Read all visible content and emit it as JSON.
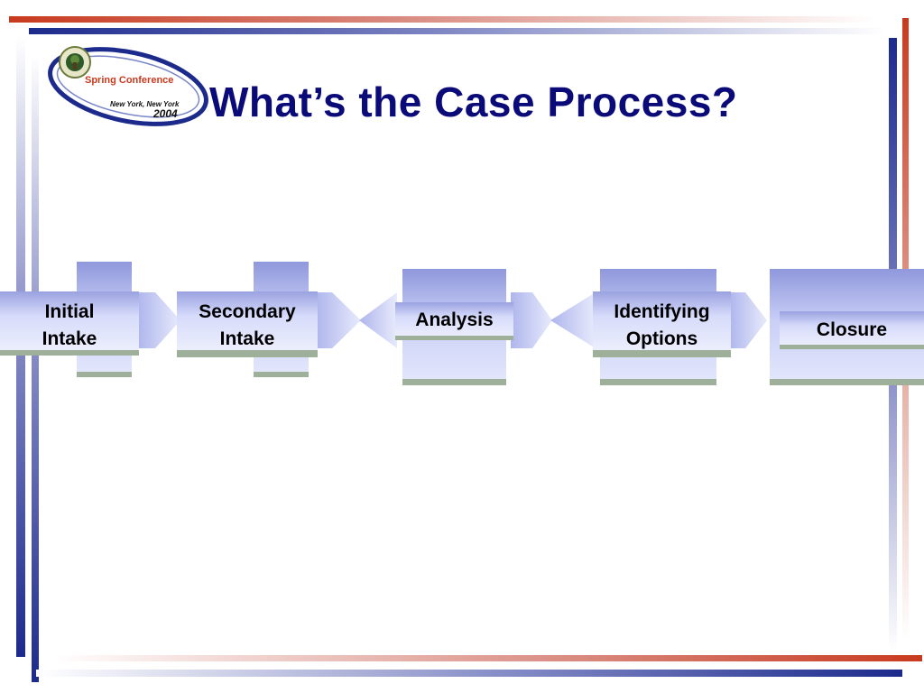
{
  "slide": {
    "title": "What’s the Case Process?",
    "accent_colors": {
      "navy": "#1c2a8c",
      "red": "#c83a1e",
      "title": "#0a0a78"
    }
  },
  "logo": {
    "name": "Spring Conference",
    "location": "New York, New York",
    "year": "2004"
  },
  "process": {
    "steps": [
      {
        "label_lines": [
          "Initial",
          "Intake"
        ]
      },
      {
        "label_lines": [
          "Secondary",
          "Intake"
        ]
      },
      {
        "label_lines": [
          "Analysis"
        ]
      },
      {
        "label_lines": [
          "Identifying",
          "Options"
        ]
      },
      {
        "label_lines": [
          "Closure"
        ]
      }
    ],
    "colors": {
      "light": "#dde2fb",
      "mid": "#a8b0ea",
      "dark": "#8f98dc",
      "shadow": "#9fb09a"
    }
  }
}
